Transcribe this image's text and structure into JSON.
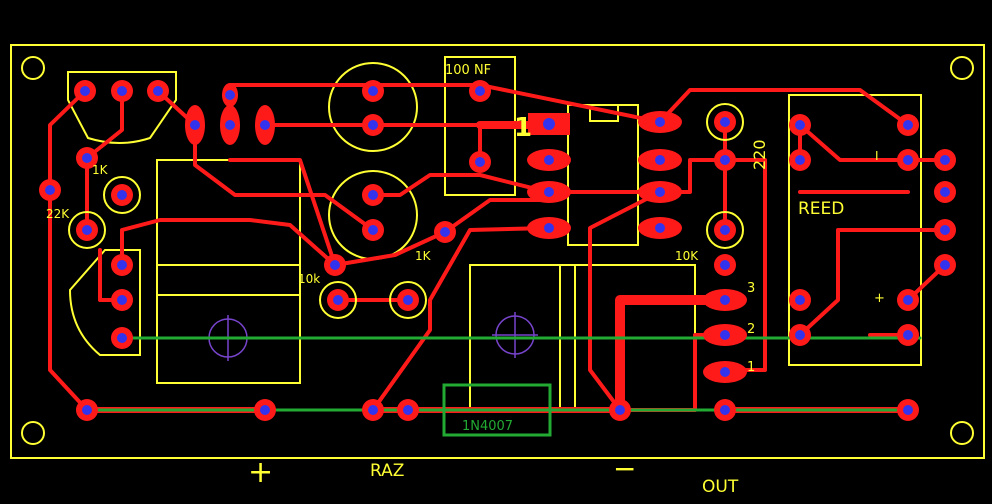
{
  "board": {
    "component_labels": {
      "cap_100nf": "100 NF",
      "pin_one": "1",
      "r_220": "220",
      "reed_relay": "REED",
      "r_1k_left": "1K",
      "r_22k": "22K",
      "r_10k_mid": "10k",
      "r_1k_mid": "1K",
      "r_10k_right": "10K",
      "relay_minus": "I",
      "relay_plus": "+",
      "diode": "1N4007",
      "pin_3": "3",
      "pin_2": "2",
      "pin_1": "1"
    },
    "terminal_labels": {
      "plus": "+",
      "raz": "RAZ",
      "minus": "−",
      "out": "OUT"
    }
  }
}
